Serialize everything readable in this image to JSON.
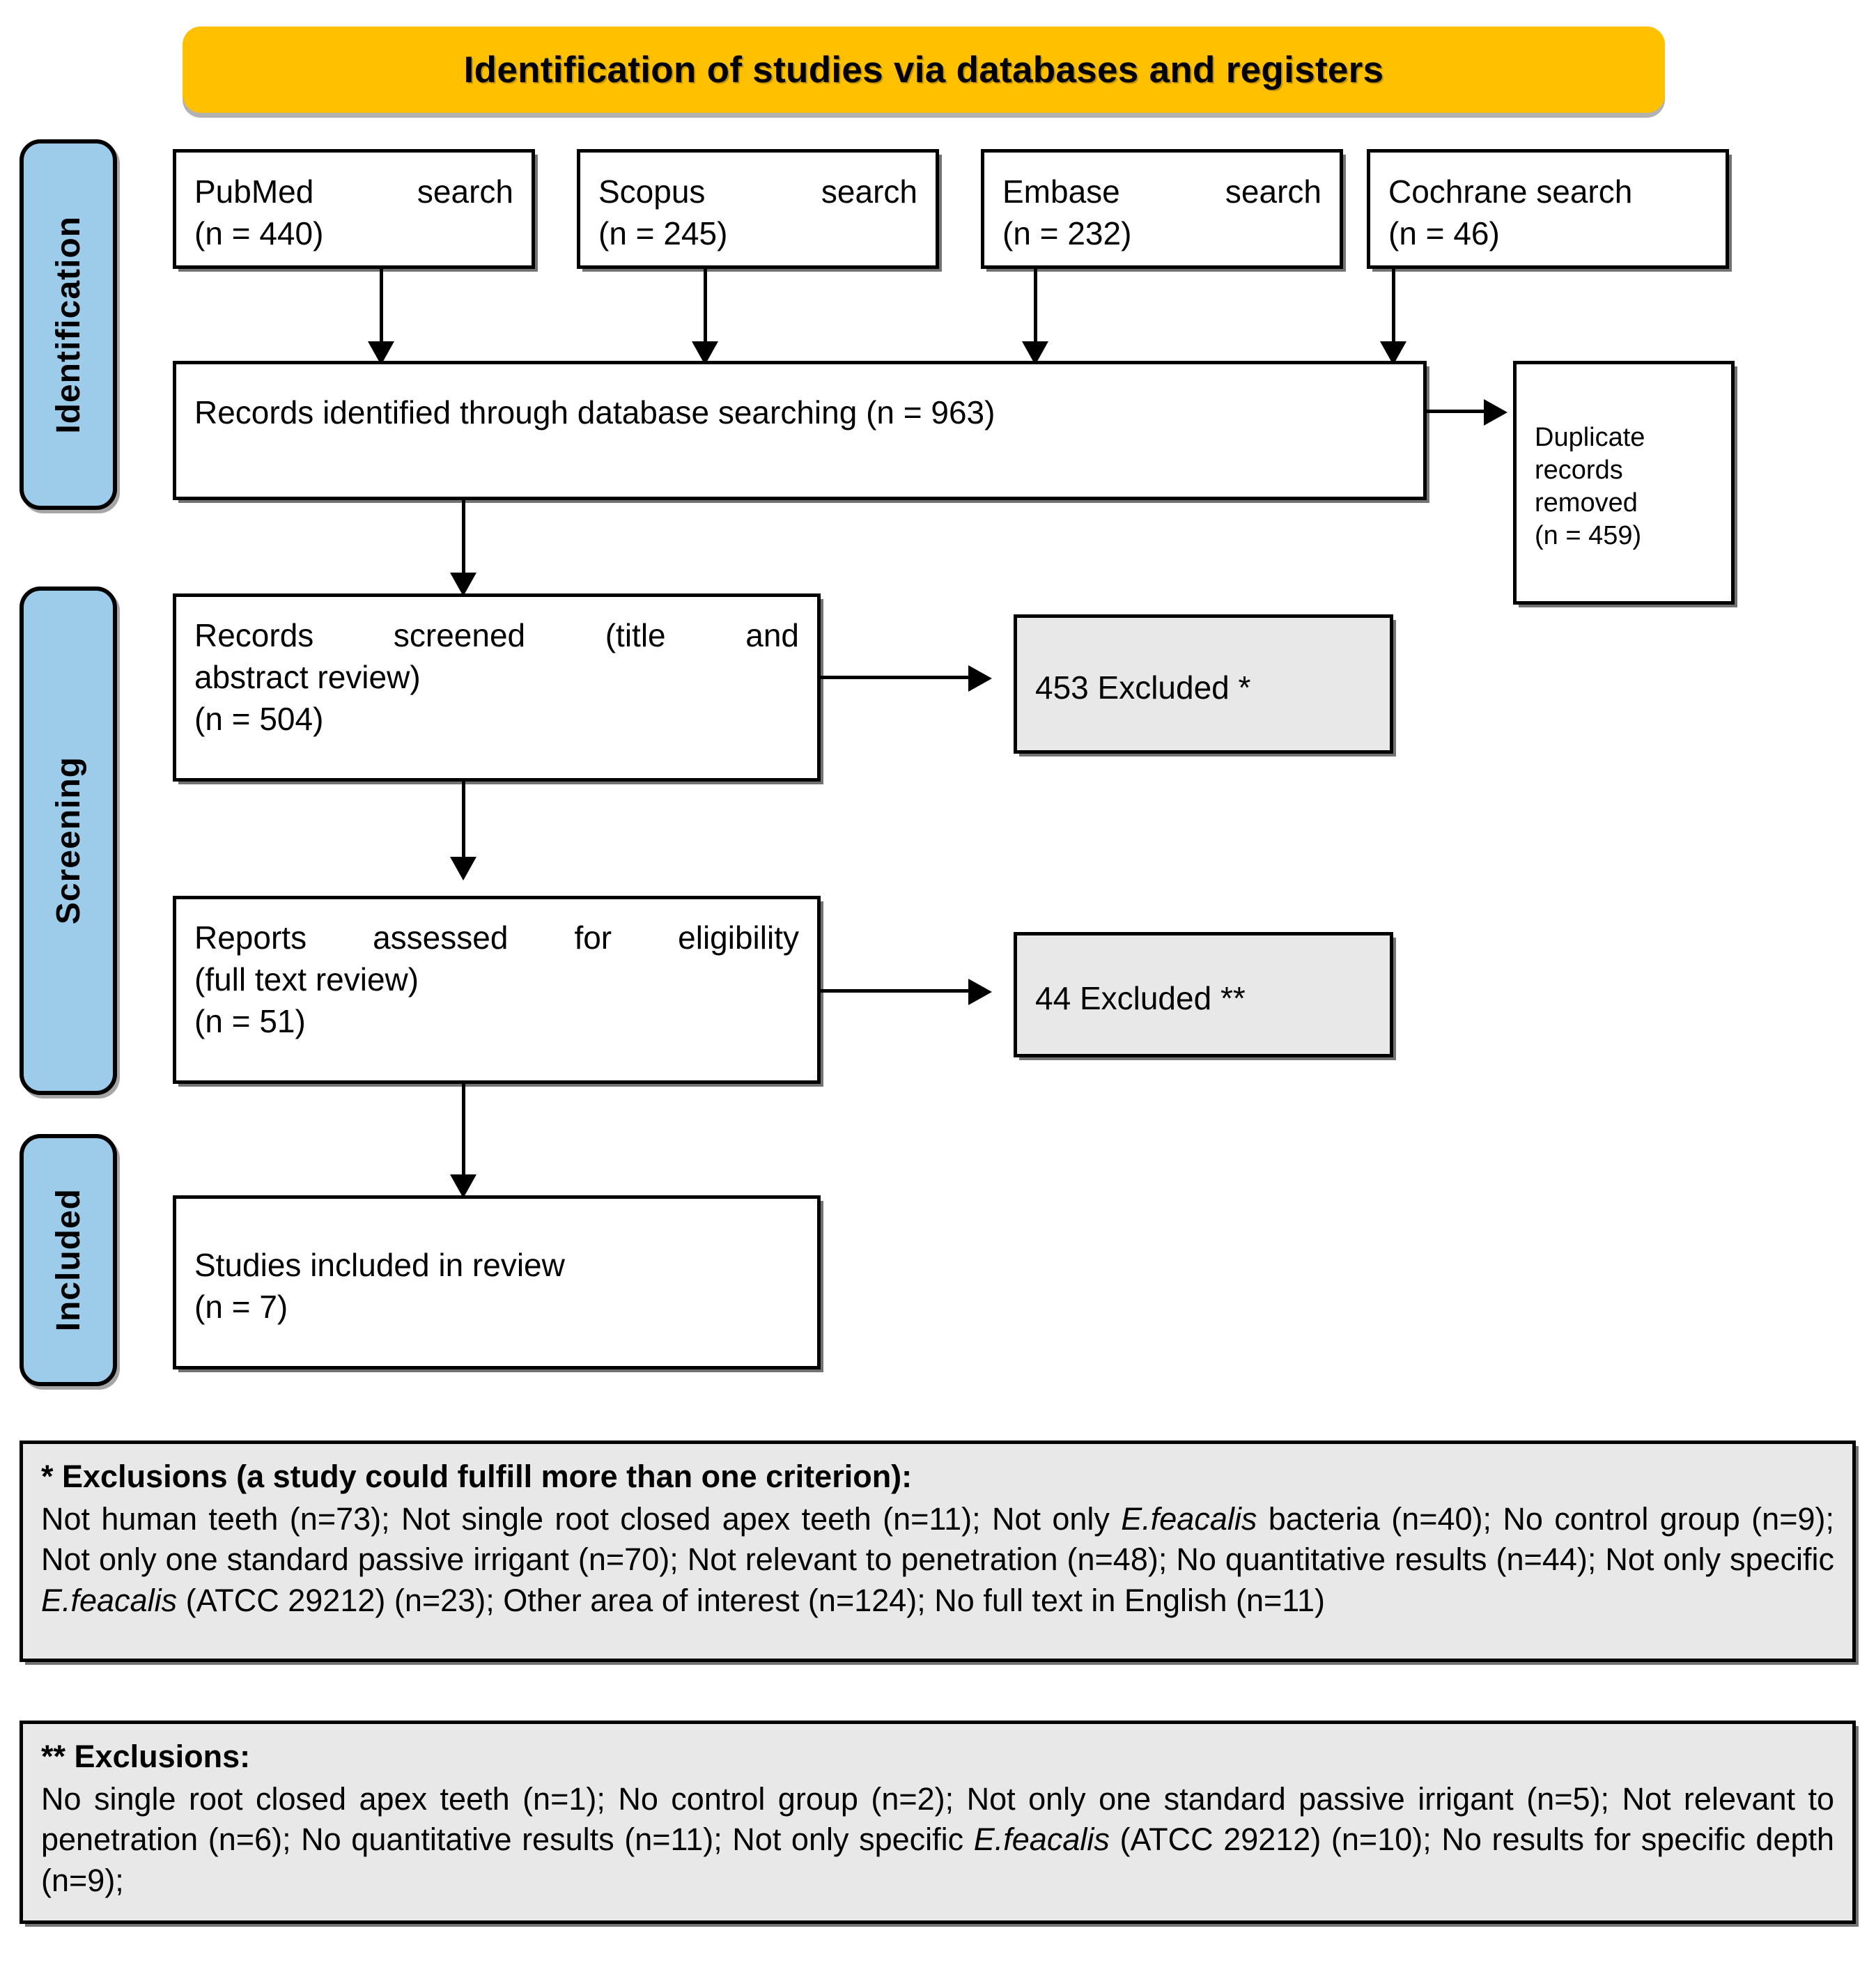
{
  "banner": {
    "title": "Identification of studies via databases and registers"
  },
  "stages": [
    {
      "label": "Identification"
    },
    {
      "label": "Screening"
    },
    {
      "label": "Included"
    }
  ],
  "sources": [
    {
      "name": "PubMed search",
      "count": "(n = 440)"
    },
    {
      "name": "Scopus search",
      "count": "(n = 245)"
    },
    {
      "name": "Embase search",
      "count": "(n = 232)"
    },
    {
      "name": "Cochrane search",
      "count": "(n = 46)"
    }
  ],
  "flow": {
    "records_identified": {
      "text": "Records identified through database searching (n = 963)"
    },
    "duplicates_removed": {
      "line1": "Duplicate",
      "line2": "records",
      "line3": "removed",
      "line4": "(n = 459)"
    },
    "records_screened": {
      "line1": "Records screened (title and",
      "line2": "abstract review)",
      "line3": "(n = 504)"
    },
    "excluded_screening": {
      "text": "453 Excluded *"
    },
    "reports_assessed": {
      "line1": "Reports assessed for eligibility",
      "line2": "(full text review)",
      "line3": "(n = 51)"
    },
    "excluded_eligibility": {
      "text": "44 Excluded **"
    },
    "studies_included": {
      "line1": "Studies included in review",
      "line2": "(n = 7)"
    }
  },
  "notes": [
    {
      "marker": "*",
      "header": "* Exclusions (a study could fulfill more than one criterion):",
      "body_parts": [
        {
          "t": "Not human teeth (n=73); Not single root closed apex teeth (n=11); Not only "
        },
        {
          "t": "E.feacalis",
          "i": true
        },
        {
          "t": " bacteria (n=40); No control group (n=9); Not only one standard passive irrigant (n=70); Not relevant to penetration (n=48); No quantitative results (n=44); Not only specific "
        },
        {
          "t": "E.feacalis",
          "i": true
        },
        {
          "t": " (ATCC 29212) (n=23); Other area of interest (n=124); No full text in English (n=11)"
        }
      ]
    },
    {
      "marker": "**",
      "header": "** Exclusions:",
      "body_parts": [
        {
          "t": "No single root closed apex teeth (n=1); No control group (n=2); Not only one standard passive irrigant (n=5); Not relevant to penetration (n=6); No quantitative results (n=11); Not only specific "
        },
        {
          "t": "E.feacalis",
          "i": true
        },
        {
          "t": " (ATCC 29212) (n=10); No results for specific depth (n=9);"
        }
      ]
    }
  ],
  "colors": {
    "banner": "#FFC000",
    "stage_bar": "#9DCCEB",
    "excluded_fill": "#E8E8E8",
    "note_fill": "#E8E8E8",
    "stroke": "#000000",
    "box_fill": "#FFFFFF"
  }
}
